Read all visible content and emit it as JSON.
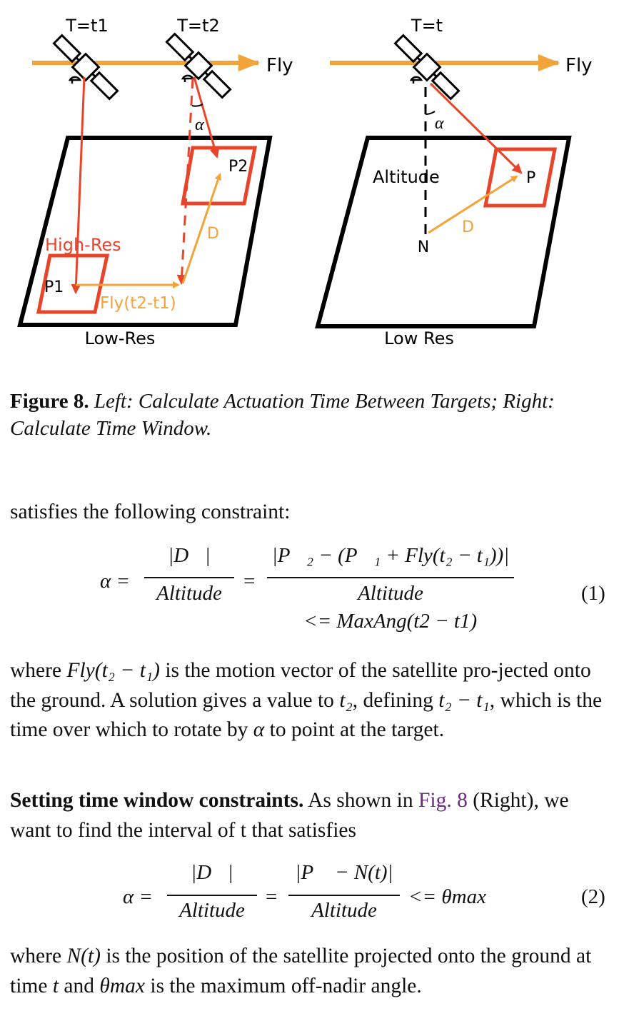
{
  "figure": {
    "left_panel": {
      "time1_label": "T=t1",
      "time2_label": "T=t2",
      "fly_label": "Fly",
      "alpha_label": "α",
      "p2_label": "P2",
      "p1_label": "P1",
      "d_label": "D",
      "high_res_label": "High-Res",
      "fly_delta_label": "Fly(t2-t1)",
      "low_res_label": "Low-Res"
    },
    "right_panel": {
      "time_label": "T=t",
      "fly_label": "Fly",
      "alpha_label": "α",
      "altitude_label": "Altitude",
      "p_label": "P",
      "d_label": "D",
      "n_label": "N",
      "low_res_label": "Low Res"
    },
    "colors": {
      "orange": "#f2a33a",
      "red": "#e8442a",
      "black": "#000000"
    }
  },
  "caption": {
    "number": "Figure 8.",
    "text": " Left: Calculate Actuation Time Between Targets; Right: Calculate Time Window."
  },
  "para1": "satisfies the following constraint:",
  "eq1": {
    "lhs": "α =",
    "frac1_num": "|D⃗|",
    "frac1_den": "Altitude",
    "equals": "=",
    "frac2_num": "|P⃗₂ − (P⃗₁ + Fly(t₂ − t₁))|",
    "frac2_den": "Altitude",
    "constraint": "<= MaxAng(t2 − t1)",
    "number": "(1)"
  },
  "para2": {
    "part1": "where ",
    "math1": "Fly(t₂ − t₁)",
    "part2": " is the motion vector of the satellite pro-jected onto the ground. A solution gives a value to ",
    "math2": "t₂",
    "part3": ", defining ",
    "math3": "t₂ − t₁",
    "part4": ", which is the time over which to rotate by ",
    "math4": "α",
    "part5": " to point at the target."
  },
  "para3": {
    "heading": "Setting time window constraints.",
    "part1": " As shown in ",
    "link": "Fig. 8",
    "part2": " (Right), we want to find the interval of t that satisfies"
  },
  "eq2": {
    "lhs": "α =",
    "frac1_num": "|D⃗|",
    "frac1_den": "Altitude",
    "equals": "=",
    "frac2_num": "|P⃗ − N(t)|",
    "frac2_den": "Altitude",
    "constraint": "<= θmax",
    "number": "(2)"
  },
  "para4": {
    "part1": "where ",
    "math1": "N(t)",
    "part2": " is the position of the satellite projected onto the ground at time ",
    "math2": "t",
    "part3": " and ",
    "math3": "θmax",
    "part4": " is the maximum off-nadir angle."
  }
}
